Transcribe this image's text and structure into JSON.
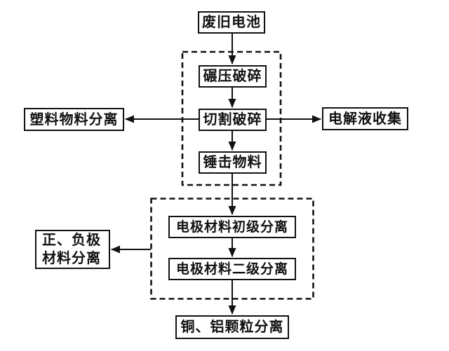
{
  "diagram": {
    "type": "flowchart",
    "colors": {
      "ink": "#111111",
      "background": "#ffffff"
    },
    "nodes": {
      "waste_battery": "废旧电池",
      "roll_crush": "碾压破碎",
      "cut_crush": "切割破碎",
      "hammer_material": "锤击物料",
      "plastic_separation": "塑料物料分离",
      "electrolyte_collection": "电解液收集",
      "electrode_primary_separation": "电极材料初级分离",
      "electrode_secondary_separation": "电极材料二级分离",
      "pos_neg_separation_line1": "正、负极",
      "pos_neg_separation_line2": "材料分离",
      "cu_al_particle_separation": "铜、铝颗粒分离"
    },
    "groups": {
      "crushing_stage": [
        "roll_crush",
        "cut_crush",
        "hammer_material"
      ],
      "electrode_separation_stage": [
        "electrode_primary_separation",
        "electrode_secondary_separation"
      ]
    },
    "edges": [
      {
        "from": "waste_battery",
        "to": "roll_crush"
      },
      {
        "from": "roll_crush",
        "to": "cut_crush"
      },
      {
        "from": "cut_crush",
        "to": "hammer_material"
      },
      {
        "from": "cut_crush",
        "to": "plastic_separation"
      },
      {
        "from": "cut_crush",
        "to": "electrolyte_collection"
      },
      {
        "from": "hammer_material",
        "to": "electrode_primary_separation"
      },
      {
        "from": "electrode_primary_separation",
        "to": "electrode_secondary_separation"
      },
      {
        "from": "electrode_separation_stage",
        "to": "pos_neg_separation"
      },
      {
        "from": "electrode_secondary_separation",
        "to": "cu_al_particle_separation"
      }
    ]
  }
}
